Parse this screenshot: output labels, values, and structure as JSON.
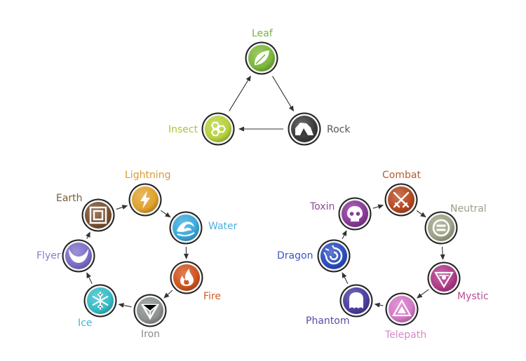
{
  "cycles": [
    {
      "name": "",
      "types": [
        {
          "id": "leaf",
          "label": "Leaf",
          "color": "#7cb83a",
          "label_color": "#76b243",
          "icon": "leaf-icon"
        },
        {
          "id": "rock",
          "label": "Rock",
          "color": "#3c3c3c",
          "label_color": "#555555",
          "icon": "rock-icon"
        },
        {
          "id": "insect",
          "label": "Insect",
          "color": "#b5d23c",
          "label_color": "#a8c63a",
          "icon": "honeycomb-icon"
        }
      ]
    },
    {
      "name": "",
      "types": [
        {
          "id": "lightning",
          "label": "Lightning",
          "color": "#e0a22c",
          "label_color": "#d89a35",
          "icon": "lightning-bolt-icon"
        },
        {
          "id": "water",
          "label": "Water",
          "color": "#3aa9dc",
          "label_color": "#4cb0dc",
          "icon": "wave-icon"
        },
        {
          "id": "fire",
          "label": "Fire",
          "color": "#d2541f",
          "label_color": "#d45a2a",
          "icon": "flame-icon"
        },
        {
          "id": "iron",
          "label": "Iron",
          "color": "#8d9290",
          "label_color": "#8c8c8c",
          "icon": "iron-triangle-icon"
        },
        {
          "id": "ice",
          "label": "Ice",
          "color": "#36bdc8",
          "label_color": "#43b6cf",
          "icon": "snowflake-icon"
        },
        {
          "id": "flyer",
          "label": "Flyer",
          "color": "#7d6ec8",
          "label_color": "#8a7bd0",
          "icon": "wings-icon"
        },
        {
          "id": "earth",
          "label": "Earth",
          "color": "#7a5230",
          "label_color": "#7a5b3a",
          "icon": "square-icon"
        }
      ]
    },
    {
      "name": "",
      "types": [
        {
          "id": "combat",
          "label": "Combat",
          "color": "#b54a22",
          "label_color": "#b55b33",
          "icon": "crossed-swords-icon"
        },
        {
          "id": "neutral",
          "label": "Neutral",
          "color": "#9ea487",
          "label_color": "#9a9f8a",
          "icon": "equals-icon"
        },
        {
          "id": "mystic",
          "label": "Mystic",
          "color": "#b03a8a",
          "label_color": "#b74d95",
          "icon": "mystic-triangle-icon"
        },
        {
          "id": "telepath",
          "label": "Telepath",
          "color": "#d478c6",
          "label_color": "#d58ac8",
          "icon": "telepath-triangle-icon"
        },
        {
          "id": "phantom",
          "label": "Phantom",
          "color": "#4b3fa0",
          "label_color": "#5a4aa5",
          "icon": "ghost-icon"
        },
        {
          "id": "dragon",
          "label": "Dragon",
          "color": "#2c4ec0",
          "label_color": "#3a56c0",
          "icon": "dragon-swirl-icon"
        },
        {
          "id": "toxin",
          "label": "Toxin",
          "color": "#8a3a9a",
          "label_color": "#8b4a9b",
          "icon": "skull-icon"
        }
      ]
    }
  ]
}
